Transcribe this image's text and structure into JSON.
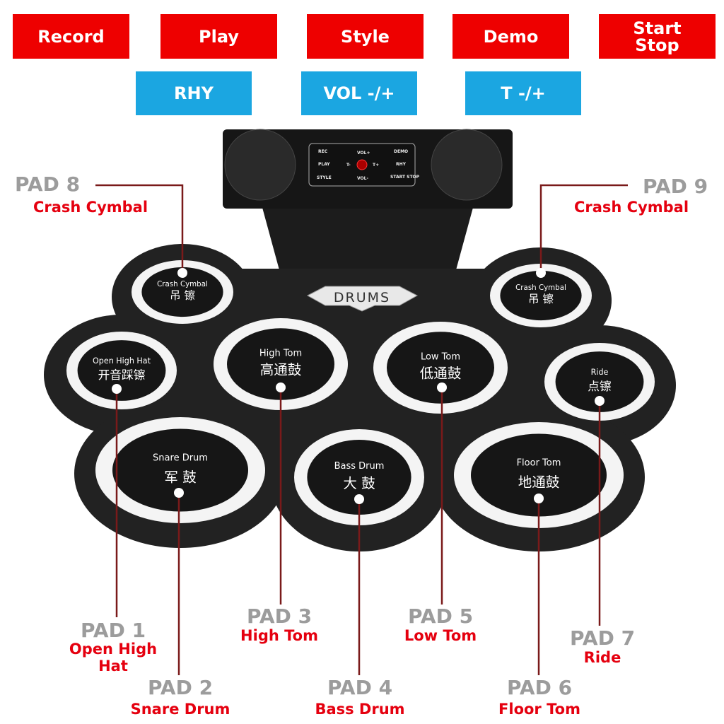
{
  "buttons_top": [
    {
      "label": "Record"
    },
    {
      "label": "Play"
    },
    {
      "label": "Style"
    },
    {
      "label": "Demo"
    },
    {
      "label": "Start\nStop"
    }
  ],
  "buttons_bottom": [
    {
      "label": "RHY"
    },
    {
      "label": "VOL -/+"
    },
    {
      "label": "T -/+"
    }
  ],
  "panel": {
    "rec": "REC",
    "play": "PLAY",
    "style": "STYLE",
    "volup": "VOL+",
    "voldown": "VOL-",
    "tminus": "T-",
    "tplus": "T+",
    "demo": "DEMO",
    "rhy": "RHY",
    "startstop": "START STOP"
  },
  "brand": "DRUMS",
  "pads_printed": [
    {
      "en": "Crash Cymbal",
      "cn": "吊  镲"
    },
    {
      "en": "Crash Cymbal",
      "cn": "吊  镲"
    },
    {
      "en": "Open High Hat",
      "cn": "开音踩镲"
    },
    {
      "en": "High Tom",
      "cn": "高通鼓"
    },
    {
      "en": "Low Tom",
      "cn": "低通鼓"
    },
    {
      "en": "Ride",
      "cn": "点镲"
    },
    {
      "en": "Snare Drum",
      "cn": "军  鼓"
    },
    {
      "en": "Bass Drum",
      "cn": "大  鼓"
    },
    {
      "en": "Floor Tom",
      "cn": "地通鼓"
    }
  ],
  "callouts": {
    "pad8": {
      "num": "PAD 8",
      "name": "Crash Cymbal"
    },
    "pad9": {
      "num": "PAD 9",
      "name": "Crash Cymbal"
    },
    "pad1": {
      "num": "PAD 1",
      "name": "Open High\nHat"
    },
    "pad2": {
      "num": "PAD 2",
      "name": "Snare Drum"
    },
    "pad3": {
      "num": "PAD 3",
      "name": "High Tom"
    },
    "pad4": {
      "num": "PAD 4",
      "name": "Bass Drum"
    },
    "pad5": {
      "num": "PAD 5",
      "name": "Low Tom"
    },
    "pad6": {
      "num": "PAD 6",
      "name": "Floor Tom"
    },
    "pad7": {
      "num": "PAD 7",
      "name": "Ride"
    }
  },
  "colors": {
    "red": "#ee0000",
    "blue": "#1ba6e1",
    "grey": "#9c9c9c",
    "line": "#7a1a1a"
  }
}
